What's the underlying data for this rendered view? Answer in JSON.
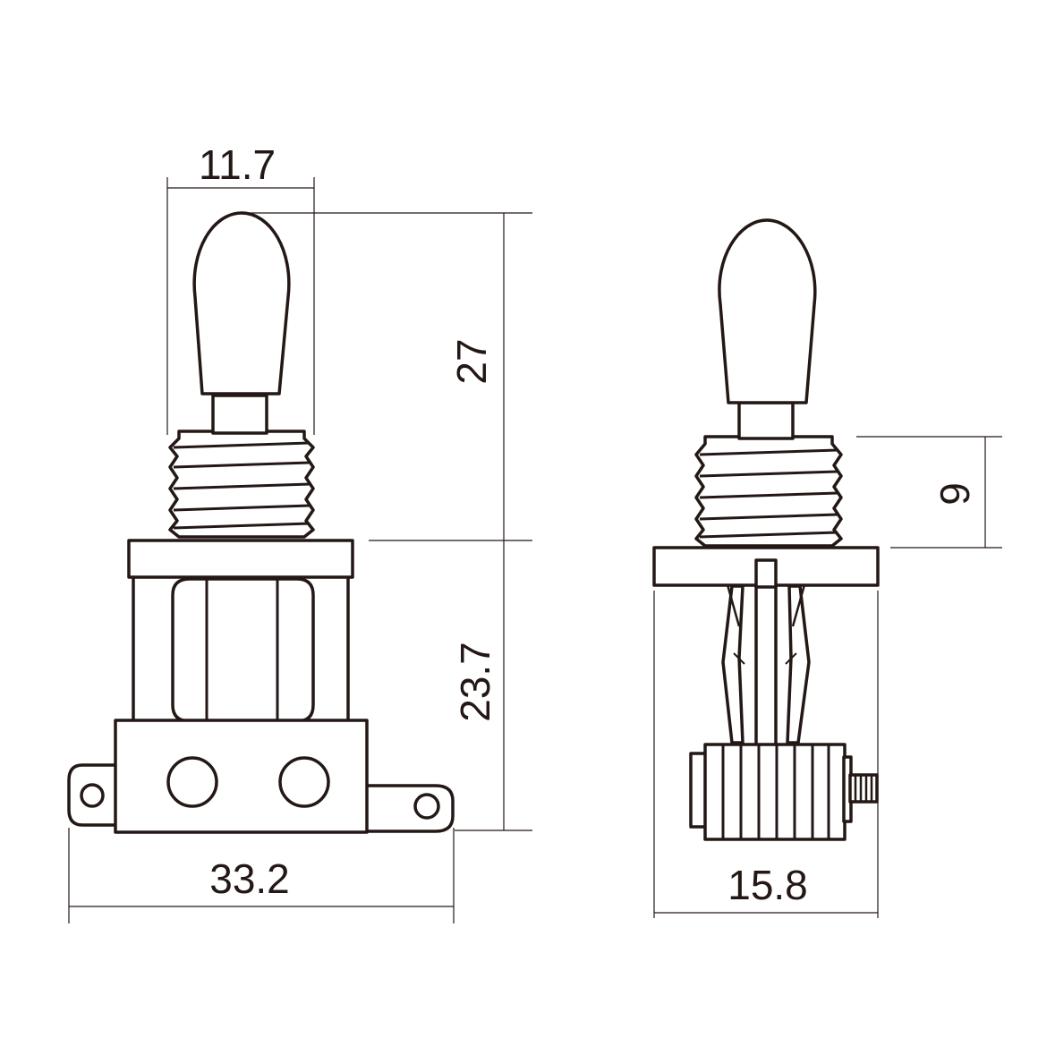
{
  "diagram": {
    "subject": "toggle-switch",
    "line_color": "#231815",
    "background": "#ffffff",
    "front_view": {
      "dimensions": {
        "tip_width": "11.7",
        "upper_height": "27",
        "lower_height": "23.7",
        "base_width": "33.2"
      }
    },
    "side_view": {
      "dimensions": {
        "thread_height": "9",
        "body_width": "15.8"
      }
    }
  }
}
